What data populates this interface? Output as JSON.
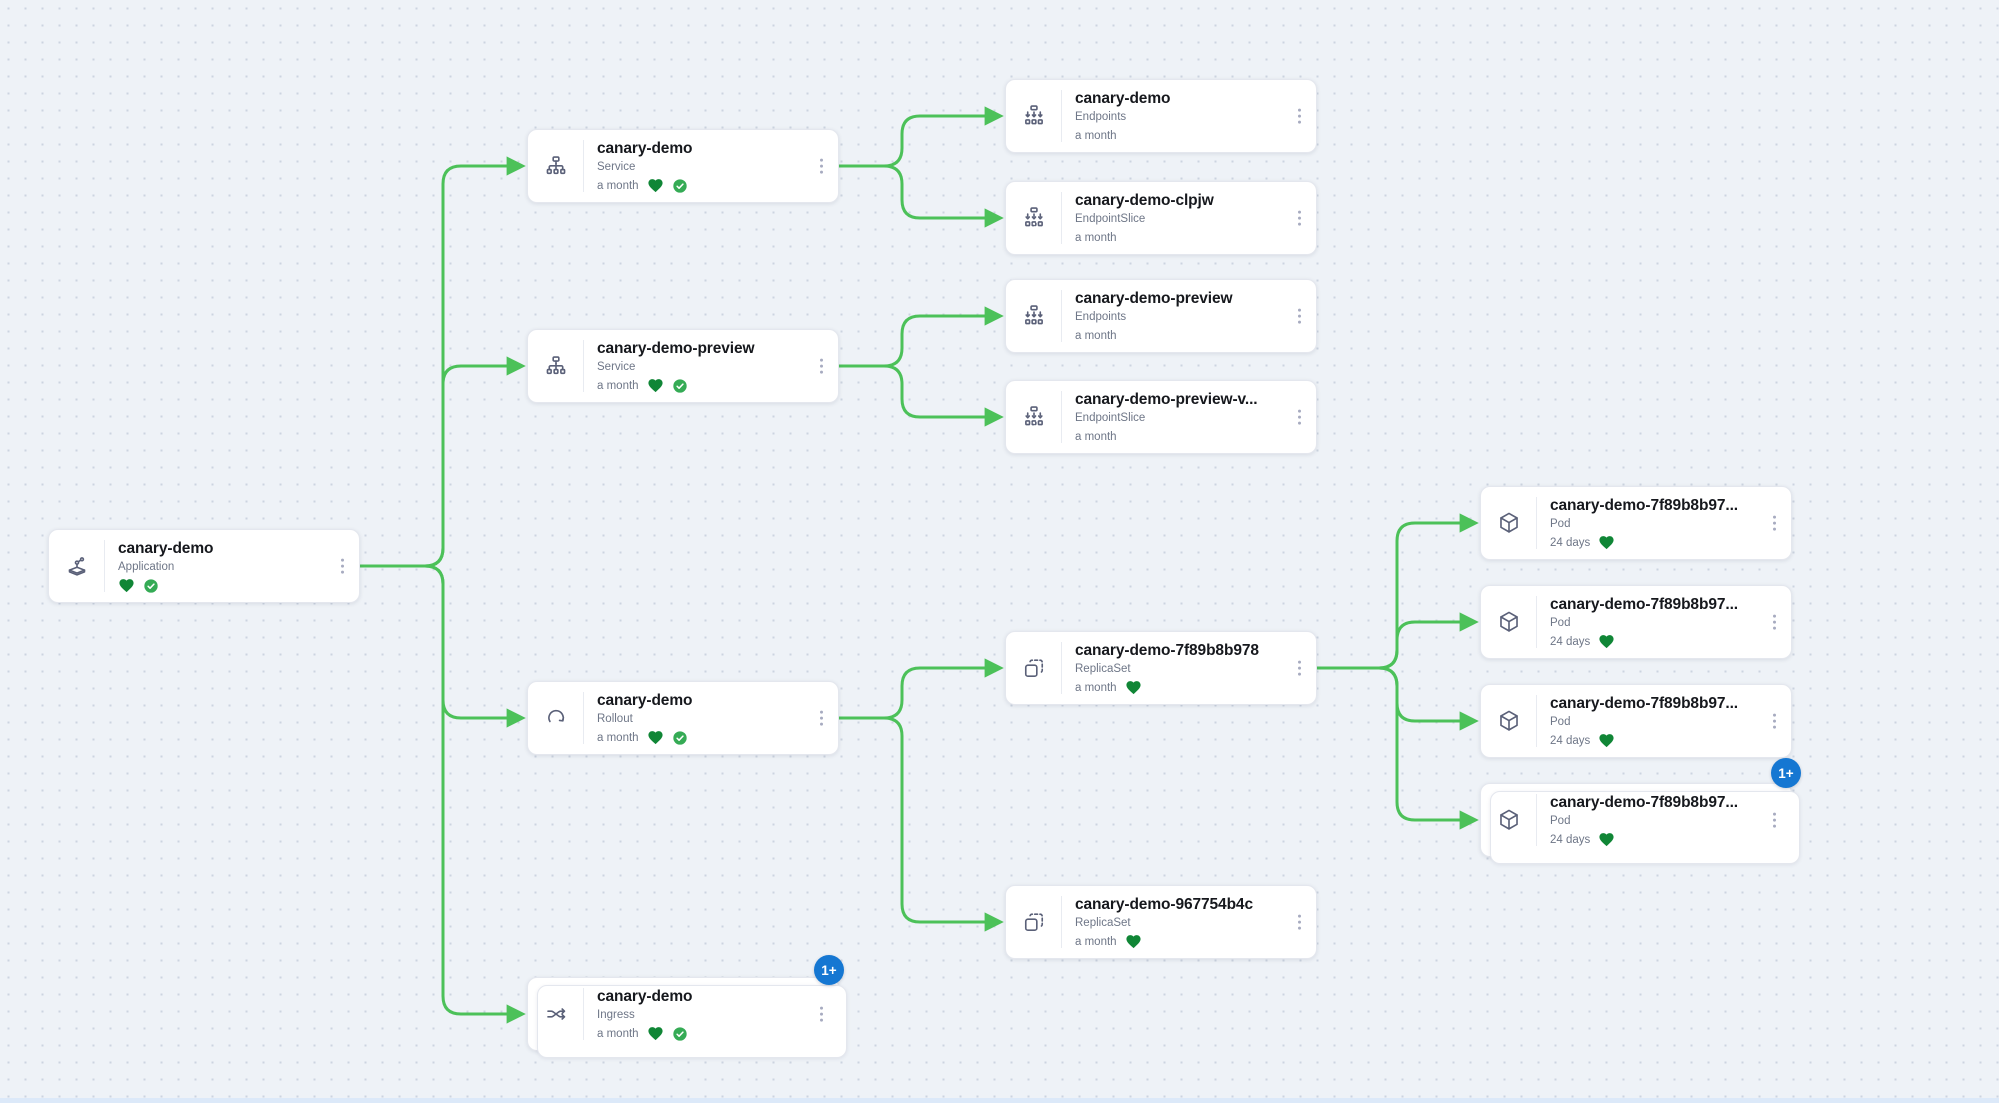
{
  "view": "application-resource-tree",
  "colors": {
    "edge": "#4cc159",
    "health_heart": "#108636",
    "sync_check": "#35ab55",
    "badge_blue": "#1577d2",
    "canvas_bg": "#eef2f7"
  },
  "nodes": [
    {
      "title": "canary-demo",
      "kind": "Application",
      "age": "",
      "healthy": true,
      "synced": true
    },
    {
      "title": "canary-demo",
      "kind": "Service",
      "age": "a month",
      "healthy": true,
      "synced": true
    },
    {
      "title": "canary-demo-preview",
      "kind": "Service",
      "age": "a month",
      "healthy": true,
      "synced": true
    },
    {
      "title": "canary-demo",
      "kind": "Rollout",
      "age": "a month",
      "healthy": true,
      "synced": true
    },
    {
      "title": "canary-demo",
      "kind": "Ingress",
      "age": "a month",
      "healthy": true,
      "synced": true,
      "badge": "1+",
      "stacked": true
    },
    {
      "title": "canary-demo",
      "kind": "Endpoints",
      "age": "a month"
    },
    {
      "title": "canary-demo-clpjw",
      "kind": "EndpointSlice",
      "age": "a month"
    },
    {
      "title": "canary-demo-preview",
      "kind": "Endpoints",
      "age": "a month"
    },
    {
      "title": "canary-demo-preview-v...",
      "kind": "EndpointSlice",
      "age": "a month"
    },
    {
      "title": "canary-demo-7f89b8b978",
      "kind": "ReplicaSet",
      "age": "a month",
      "healthy": true
    },
    {
      "title": "canary-demo-967754b4c",
      "kind": "ReplicaSet",
      "age": "a month",
      "healthy": true
    },
    {
      "title": "canary-demo-7f89b8b97...",
      "kind": "Pod",
      "age": "24 days",
      "healthy": true
    },
    {
      "title": "canary-demo-7f89b8b97...",
      "kind": "Pod",
      "age": "24 days",
      "healthy": true
    },
    {
      "title": "canary-demo-7f89b8b97...",
      "kind": "Pod",
      "age": "24 days",
      "healthy": true
    },
    {
      "title": "canary-demo-7f89b8b97...",
      "kind": "Pod",
      "age": "24 days",
      "healthy": true,
      "badge": "1+",
      "stacked": true
    }
  ],
  "edges": [
    [
      "Application canary-demo",
      "Service canary-demo"
    ],
    [
      "Application canary-demo",
      "Service canary-demo-preview"
    ],
    [
      "Application canary-demo",
      "Rollout canary-demo"
    ],
    [
      "Application canary-demo",
      "Ingress canary-demo"
    ],
    [
      "Service canary-demo",
      "Endpoints canary-demo"
    ],
    [
      "Service canary-demo",
      "EndpointSlice canary-demo-clpjw"
    ],
    [
      "Service canary-demo-preview",
      "Endpoints canary-demo-preview"
    ],
    [
      "Service canary-demo-preview",
      "EndpointSlice canary-demo-preview-v..."
    ],
    [
      "Rollout canary-demo",
      "ReplicaSet canary-demo-7f89b8b978"
    ],
    [
      "Rollout canary-demo",
      "ReplicaSet canary-demo-967754b4c"
    ],
    [
      "ReplicaSet canary-demo-7f89b8b978",
      "Pod 1"
    ],
    [
      "ReplicaSet canary-demo-7f89b8b978",
      "Pod 2"
    ],
    [
      "ReplicaSet canary-demo-7f89b8b978",
      "Pod 3"
    ],
    [
      "ReplicaSet canary-demo-7f89b8b978",
      "Pod 4"
    ]
  ]
}
